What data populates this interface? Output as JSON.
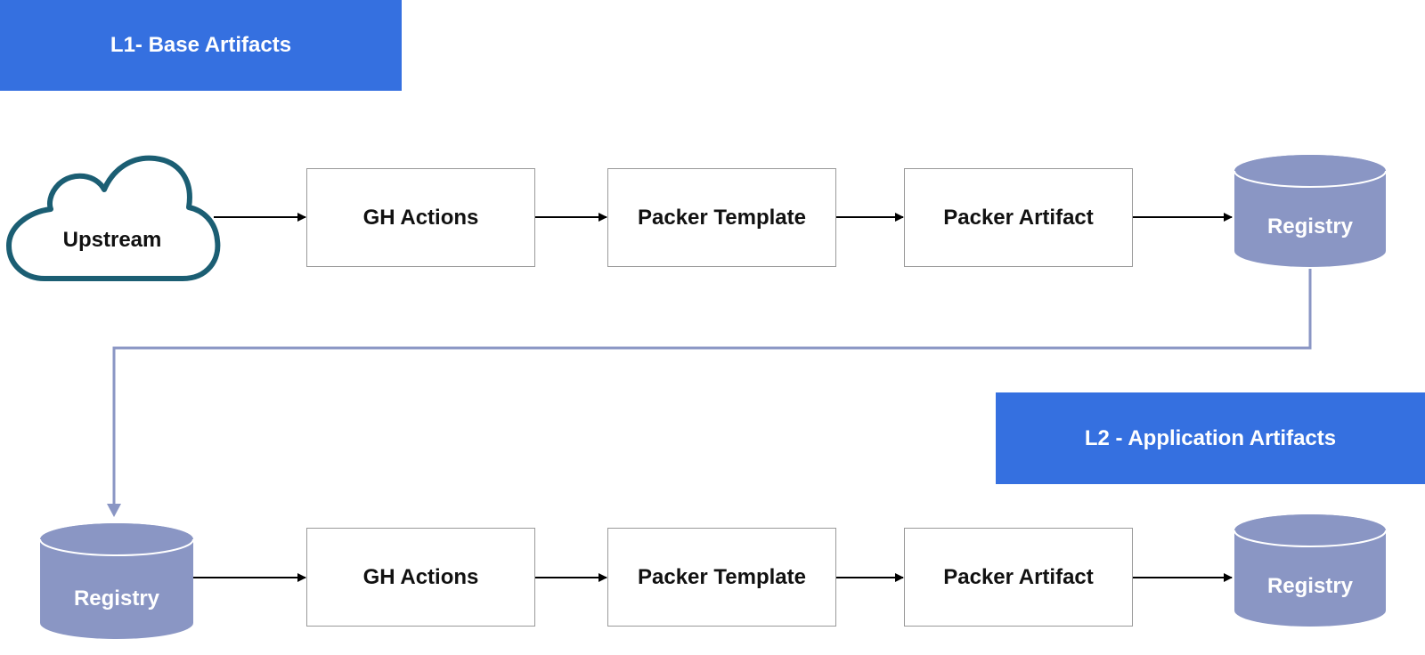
{
  "sections": {
    "l1_title": "L1- Base Artifacts",
    "l2_title": "L2 - Application Artifacts"
  },
  "row1": {
    "source": "Upstream",
    "step1": "GH Actions",
    "step2": "Packer Template",
    "step3": "Packer Artifact",
    "target": "Registry"
  },
  "row2": {
    "source": "Registry",
    "step1": "GH Actions",
    "step2": "Packer Template",
    "step3": "Packer Artifact",
    "target": "Registry"
  },
  "colors": {
    "banner": "#3570e0",
    "cloud_stroke": "#1b5e73",
    "database_fill": "#8a96c4",
    "connector": "#8a96c4",
    "arrow": "#000000"
  },
  "icons": {
    "source_row1": "cloud-icon",
    "registry": "database-icon"
  }
}
